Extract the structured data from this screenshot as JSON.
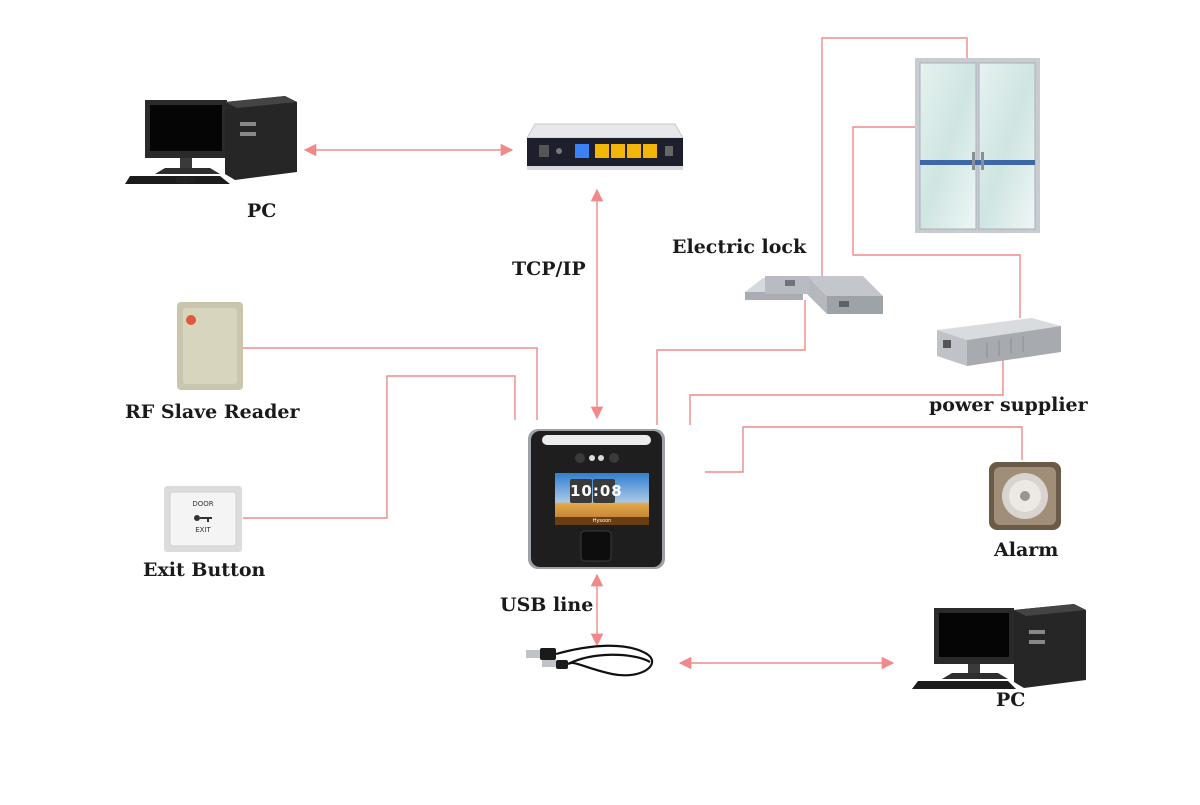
{
  "labels": {
    "pc_top": "PC",
    "tcp_ip": "TCP/IP",
    "electric_lock": "Electric lock",
    "rf_reader": "RF Slave Reader",
    "exit_button": "Exit Button",
    "power_supplier": "power supplier",
    "alarm": "Alarm",
    "usb_line": "USB line",
    "pc_bottom": "PC"
  },
  "device": {
    "time": "10:08",
    "brand": "Hysoon"
  },
  "exit_button_face": {
    "top": "DOOR",
    "bottom": "EXIT"
  },
  "colors": {
    "wire": "#f08a8a",
    "device_body": "#1e1e1e",
    "lock_metal": "#b8bcc2"
  }
}
